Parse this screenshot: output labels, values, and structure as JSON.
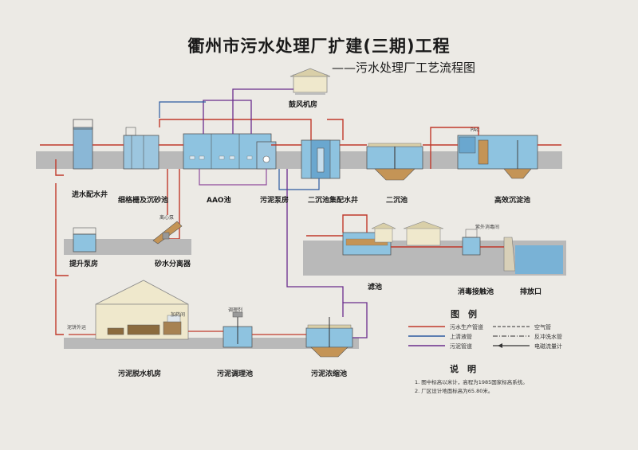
{
  "title": "衢州市污水处理厂扩建(三期)工程",
  "subtitle": "——污水处理厂工艺流程图",
  "units": {
    "blower_house": "鼓风机房",
    "inflow_well": "进水配水井",
    "screen_grit": "细格栅及沉砂池",
    "aao": "AAO池",
    "sludge_pump": "污泥泵房",
    "secondary_well": "二沉池集配水井",
    "secondary_clarifier": "二沉池",
    "high_eff_settling": "高效沉淀池",
    "lift_pump": "提升泵房",
    "sand_separator": "砂水分离器",
    "filter": "滤池",
    "disinfection": "消毒接触池",
    "outfall": "排放口",
    "dewatering": "污泥脱水机房",
    "sludge_conditioning": "污泥调理池",
    "sludge_thickening": "污泥浓缩池"
  },
  "legend": {
    "heading": "图　例",
    "items": [
      {
        "label": "污水生产管道",
        "color": "#c0392b"
      },
      {
        "label": "空气管",
        "color": "#555555"
      },
      {
        "label": "上清液管",
        "color": "#2c5aa0"
      },
      {
        "label": "反冲洗水管",
        "color": "#555555"
      },
      {
        "label": "污泥管道",
        "color": "#6a2c8c"
      },
      {
        "label": "电磁流量计",
        "color": "#333333"
      }
    ]
  },
  "notes": {
    "heading": "说　明",
    "items": [
      "1. 图中标高以米计，高程为1985国家标高系统。",
      "2. 厂区设计地面标高为65.80米。"
    ]
  },
  "annotations": {
    "pac": "PAC",
    "mud_cake": "泥饼外运",
    "dosing": "加药间",
    "uv_room": "紫外消毒间",
    "pump": "离心泵",
    "conditioner": "调理剂"
  }
}
